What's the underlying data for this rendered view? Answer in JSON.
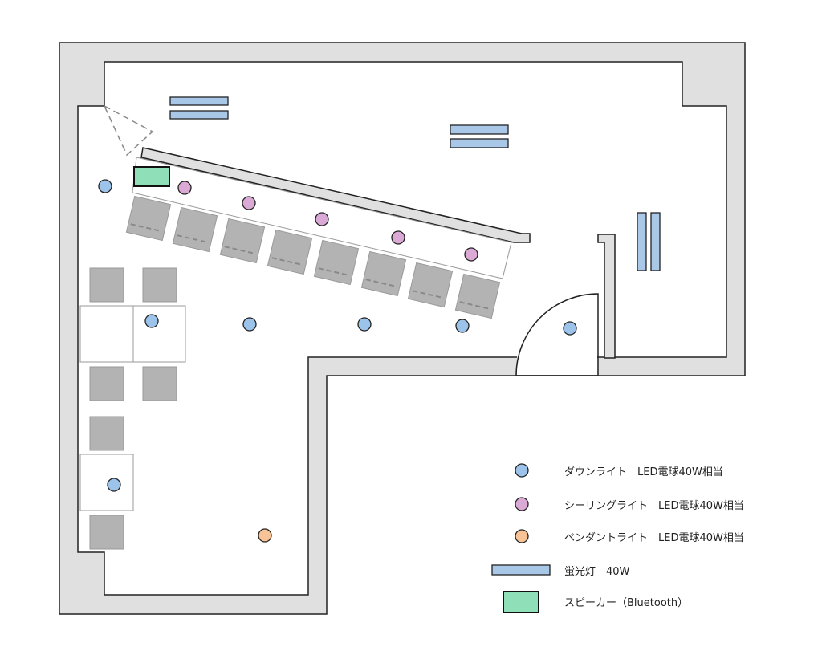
{
  "colors": {
    "wall": "#e0e0e0",
    "downlight": "#9cc3ea",
    "ceiling": "#dba9d6",
    "pendant": "#f8c396",
    "fluorescent": "#a9c8e8",
    "speaker": "#8fe0b8",
    "chair": "#b3b3b3"
  },
  "legend": [
    {
      "icon": "downlight-icon",
      "label": "ダウンライト　LED電球40W相当"
    },
    {
      "icon": "ceiling-light-icon",
      "label": "シーリングライト　LED電球40W相当"
    },
    {
      "icon": "pendant-light-icon",
      "label": "ペンダントライト　LED電球40W相当"
    },
    {
      "icon": "fluorescent-icon",
      "label": "蛍光灯　40W"
    },
    {
      "icon": "speaker-icon",
      "label": "スピーカー（Bluetooth）"
    }
  ]
}
